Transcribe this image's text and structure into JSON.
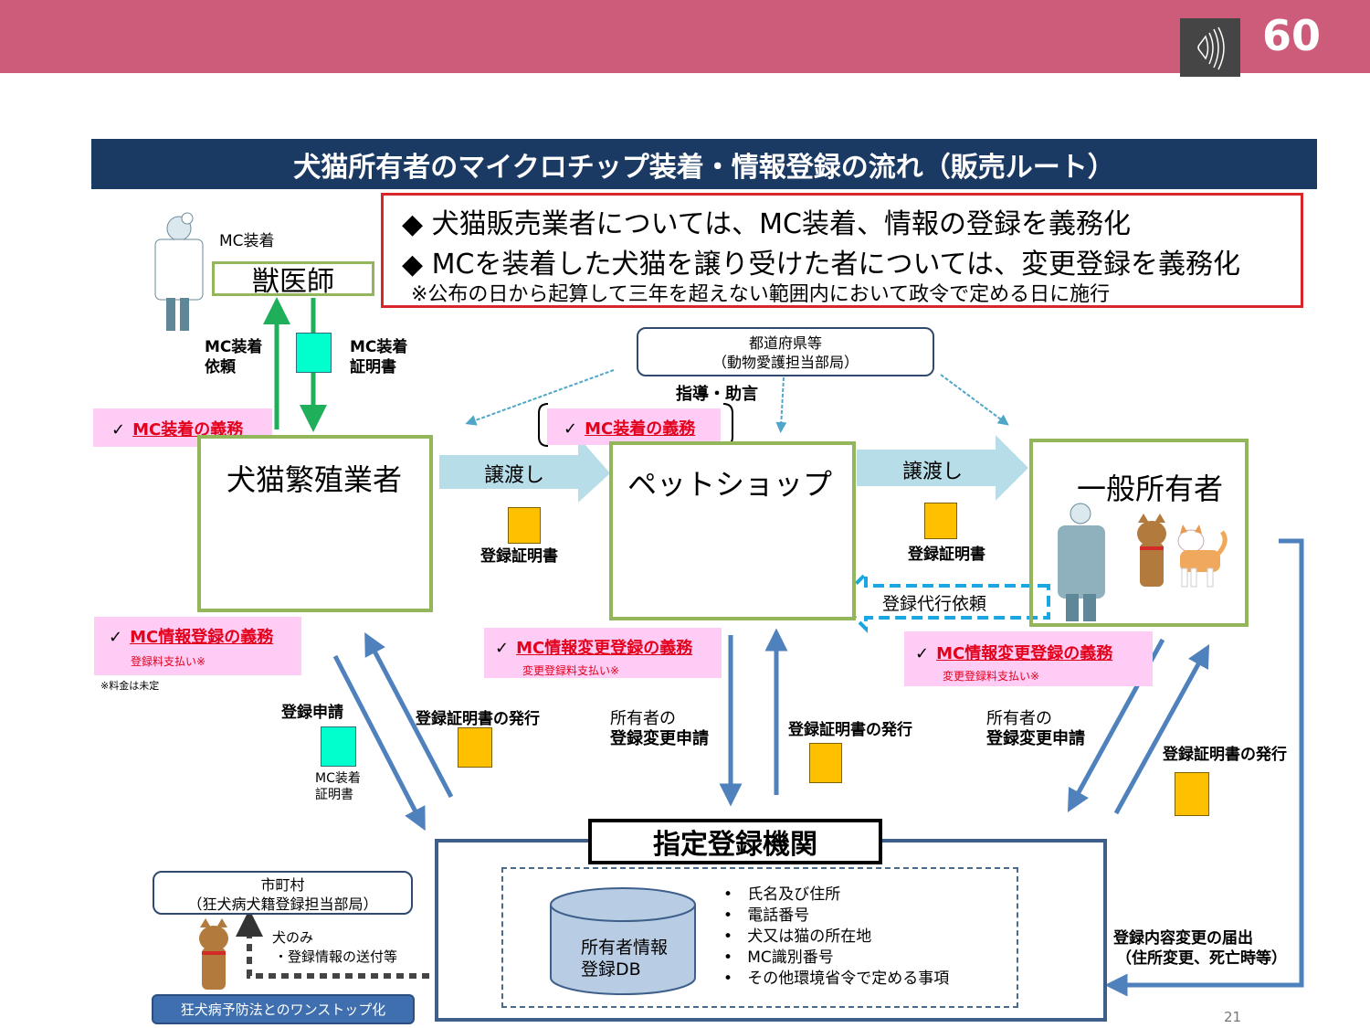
{
  "header": {
    "slide_number": "60",
    "speaker_icon": "speaker-icon",
    "accent_color": "#cd5b7a"
  },
  "title": "犬猫所有者のマイクロチップ装着・情報登録の流れ（販売ルート）",
  "notice": {
    "bullet_icon": "diamond-icon",
    "line1": "犬猫販売業者については、MC装着、情報の登録を義務化",
    "line2": "MCを装着した犬猫を譲り受けた者については、変更登録を義務化",
    "footnote": "※公布の日から起算して三年を超えない範囲内において政令で定める日に施行"
  },
  "vet": {
    "caption": "MC装着",
    "name": "獣医師",
    "request_label_1": "MC装着",
    "request_label_2": "依頼",
    "certificate_label_1": "MC装着",
    "certificate_label_2": "証明書"
  },
  "prefecture": {
    "line1": "都道府県等",
    "line2": "（動物愛護担当部局）",
    "guidance": "指導・助言"
  },
  "obligations": {
    "check": "✓",
    "mc_install": "MC装着の義務",
    "mc_info_reg": "MC情報登録の義務",
    "mc_info_reg_sub": "登録料支払い※",
    "fee_note": "※料金は未定",
    "mc_change_reg": "MC情報変更登録の義務",
    "mc_change_reg_sub": "変更登録料支払い※"
  },
  "actors": {
    "breeder": "犬猫繁殖業者",
    "petshop": "ペットショップ",
    "owner": "一般所有者"
  },
  "transfers": {
    "transfer": "譲渡し",
    "certificate": "登録証明書",
    "proxy_request": "登録代行依頼"
  },
  "flows": {
    "reg_application": "登録申請",
    "mc_cert_1": "MC装着",
    "mc_cert_2": "証明書",
    "cert_issue": "登録証明書の発行",
    "owner_change_1": "所有者の",
    "owner_change_2": "登録変更申請",
    "change_notice_1": "登録内容変更の届出",
    "change_notice_2": "（住所変更、死亡時等）"
  },
  "registry": {
    "title": "指定登録機関",
    "db_line1": "所有者情報",
    "db_line2": "登録DB",
    "items": [
      "氏名及び住所",
      "電話番号",
      "犬又は猫の所在地",
      "MC識別番号",
      "その他環境省令で定める事項"
    ]
  },
  "municipality": {
    "line1": "市町村",
    "line2": "（狂犬病犬籍登録担当部局）",
    "dog_only": "犬のみ",
    "send_info": "・登録情報の送付等",
    "onestop": "狂犬病予防法とのワンストップ化"
  },
  "page_number": "21",
  "colors": {
    "title_bg": "#1b3a63",
    "notice_border": "#d9262b",
    "actor_border": "#93b65a",
    "obligation_bg": "#ffccf5",
    "obligation_text": "#e3001b",
    "flow_arrow": "#4f81bd",
    "transfer_arrow": "#b7dde8",
    "vet_arrow": "#1fae5a",
    "certificate_yellow": "#ffc000",
    "certificate_teal": "#00ffcc"
  }
}
